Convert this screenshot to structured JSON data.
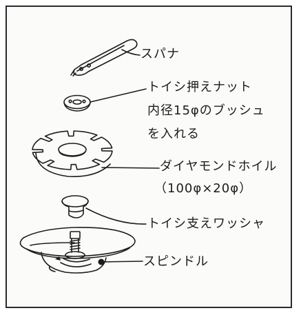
{
  "parts": {
    "spanner": "スパナ",
    "clamp_nut_line1": "トイシ押えナット",
    "clamp_nut_line2": "内径15φのブッシュ",
    "clamp_nut_line3": "を入れる",
    "diamond_wheel": "ダイヤモンドホイル",
    "diamond_wheel_size": "（100φ×20φ）",
    "support_washer": "トイシ支えワッシャ",
    "spindle": "スピンドル"
  }
}
